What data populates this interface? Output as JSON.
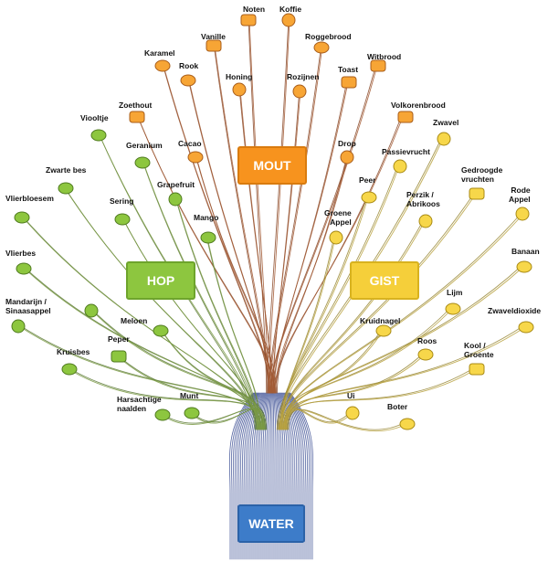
{
  "nodes": {
    "malt": "MOUT",
    "hop": "HOP",
    "yeast": "GIST",
    "water": "WATER"
  },
  "flavors": {
    "noten": "Noten",
    "koffie": "Koffie",
    "vanille": "Vanille",
    "roggebrood": "Roggebrood",
    "karamel": "Karamel",
    "witbrood": "Witbrood",
    "rook": "Rook",
    "honing": "Honing",
    "rozijnen": "Rozijnen",
    "toast": "Toast",
    "zoethout": "Zoethout",
    "volkorenbrood": "Volkorenbrood",
    "viooltje": "Viooltje",
    "cacao": "Cacao",
    "drop": "Drop",
    "zwavel": "Zwavel",
    "geranium": "Geranium",
    "passievrucht": "Passievrucht",
    "zwarte_bes": "Zwarte bes",
    "gedroogde_vruchten": "Gedroogde\nvruchten",
    "grapefruit": "Grapefruit",
    "peer": "Peer",
    "vlierbloesem": "Vlierbloesem",
    "sering": "Sering",
    "perzik": "Perzik /\nAbrikoos",
    "rode_appel": "Rode\nAppel",
    "groene_appel": "Groene\nAppel",
    "mango": "Mango",
    "banaan": "Banaan",
    "vlierbes": "Vlierbes",
    "mandarijn": "Mandarijn /\nSinaasappel",
    "lijm": "Lijm",
    "zwaveldioxide": "Zwaveldioxide",
    "meloen": "Meloen",
    "kruidnagel": "Kruidnagel",
    "peper": "Peper",
    "roos": "Roos",
    "kruisbes": "Kruisbes",
    "kool": "Kool /\nGroente",
    "ui": "Ui",
    "harsachtige": "Harsachtige\nnaalden",
    "munt": "Munt",
    "boter": "Boter"
  },
  "colors": {
    "malt": "#f7931e",
    "hop": "#8dc63f",
    "yeast": "#f5cf3a",
    "water": "#3d7cc9",
    "malt_branch": "#8a4a2a",
    "hop_branch": "#5f7d3a",
    "yeast_branch": "#9a8a3a",
    "water_trunk": "#2a3f8a"
  }
}
